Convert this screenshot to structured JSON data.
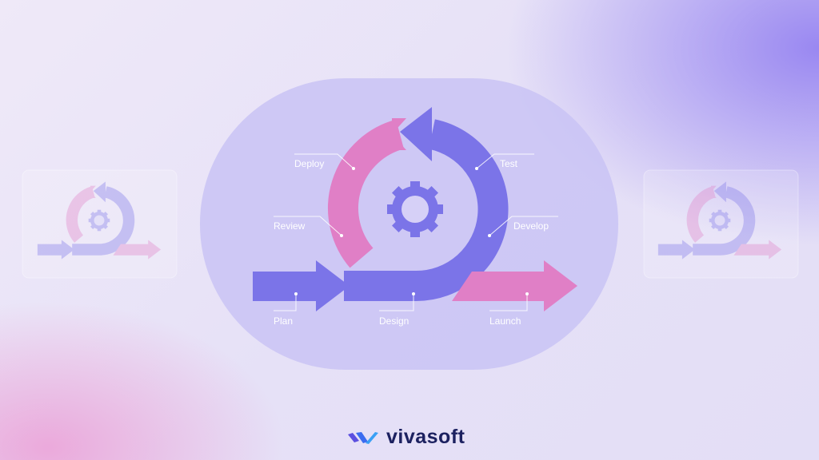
{
  "diagram": {
    "stages": [
      "Plan",
      "Design",
      "Develop",
      "Test",
      "Deploy",
      "Review",
      "Launch"
    ],
    "center_icon": "gear-icon"
  },
  "brand": {
    "name": "vivasoft",
    "logo": "vivasoft-logo-icon"
  },
  "colors": {
    "purple": "#7b74e8",
    "pink": "#e07fc6",
    "pill": "#c9c3f5",
    "text": "#1c2160"
  }
}
